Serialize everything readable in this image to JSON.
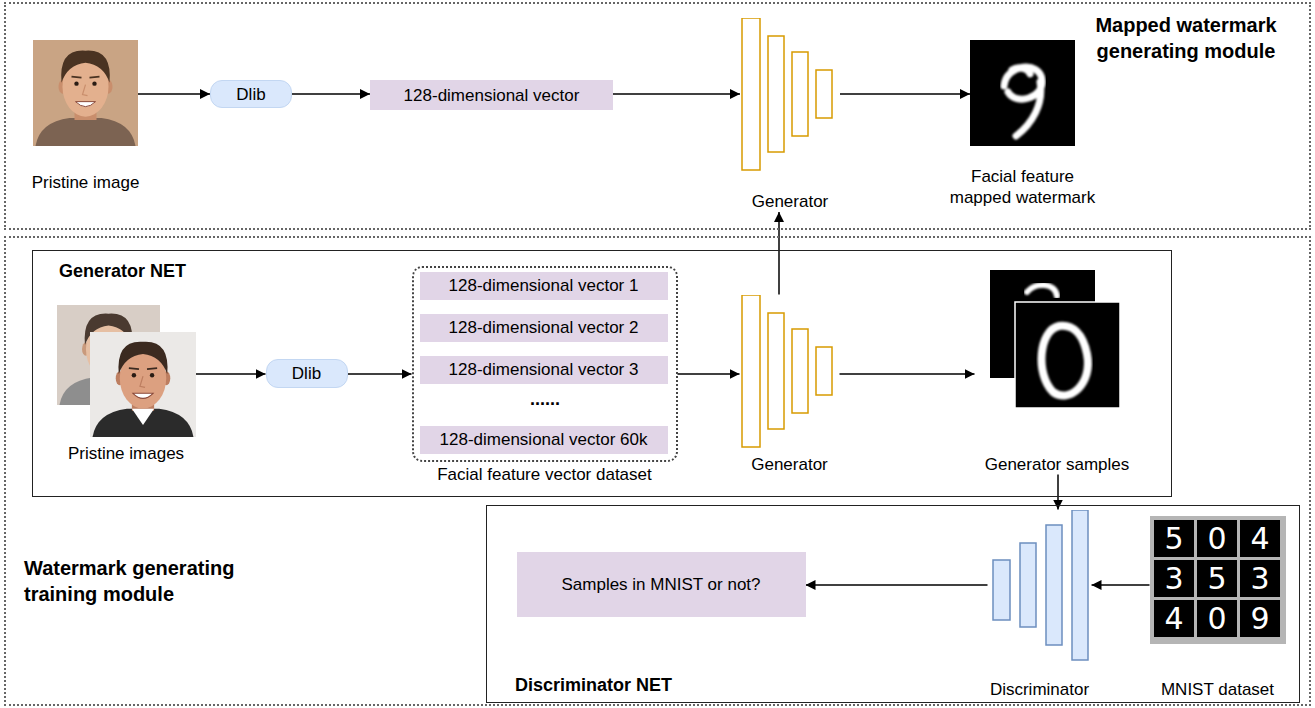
{
  "diagram": {
    "nodes": [
      {
        "text": [
          "Mapped watermark generating module"
        ]
      },
      {
        "text": [
          "Pristine image"
        ],
        "in": 0
      },
      {
        "text": [
          "Dlib"
        ],
        "in": 0
      },
      {
        "text": [
          "128-dimensional vector"
        ],
        "in": 0
      },
      {
        "text": [
          "Generator"
        ],
        "in": 0
      },
      {
        "text": [
          "Facial feature mapped watermark"
        ],
        "in": 0
      },
      {
        "text": [
          "Watermark generating training module"
        ]
      },
      {
        "text": [
          "Generator NET"
        ],
        "in": 6
      },
      {
        "text": [
          "Pristine images"
        ],
        "in": 7
      },
      {
        "text": [
          "Dlib"
        ],
        "in": 7
      },
      {
        "text": [
          "Facial feature vector dataset"
        ],
        "in": 7
      },
      {
        "text": [
          "128-dimensional vector 1"
        ],
        "in": 10
      },
      {
        "text": [
          "128-dimensional vector 2"
        ],
        "in": 10
      },
      {
        "text": [
          "128-dimensional vector 3"
        ],
        "in": 10
      },
      {
        "text": [
          "128-dimensional vector 60k"
        ],
        "in": 10
      },
      {
        "text": [
          "Generator"
        ],
        "in": 7
      },
      {
        "text": [
          "Generator samples"
        ],
        "in": 7
      },
      {
        "text": [
          "Discriminator NET"
        ],
        "in": 6
      },
      {
        "text": [
          "Samples in MNIST or not?"
        ],
        "in": 17
      },
      {
        "text": [
          "Discriminator"
        ],
        "in": 17
      },
      {
        "text": [
          "MNIST dataset"
        ],
        "in": 17
      }
    ],
    "edges": [
      {
        "from": 1,
        "to": 2,
        "arrow": "to"
      },
      {
        "from": 2,
        "to": 3,
        "arrow": "to"
      },
      {
        "from": 3,
        "to": 4,
        "arrow": "to"
      },
      {
        "from": 4,
        "to": 5,
        "arrow": "to"
      },
      {
        "from": 8,
        "to": 9,
        "arrow": "to"
      },
      {
        "from": 9,
        "to": 10,
        "arrow": "to"
      },
      {
        "from": 10,
        "to": 15,
        "arrow": "to"
      },
      {
        "from": 15,
        "to": 16,
        "arrow": "to"
      },
      {
        "from": 15,
        "to": 4,
        "arrow": "to"
      },
      {
        "from": 16,
        "to": 19,
        "arrow": "to"
      },
      {
        "from": 20,
        "to": 19,
        "arrow": "to"
      },
      {
        "from": 19,
        "to": 18,
        "arrow": "to"
      }
    ],
    "labels": [
      "......",
      "5",
      "0",
      "4",
      "3",
      "5",
      "3",
      "4",
      "0",
      "9"
    ]
  }
}
